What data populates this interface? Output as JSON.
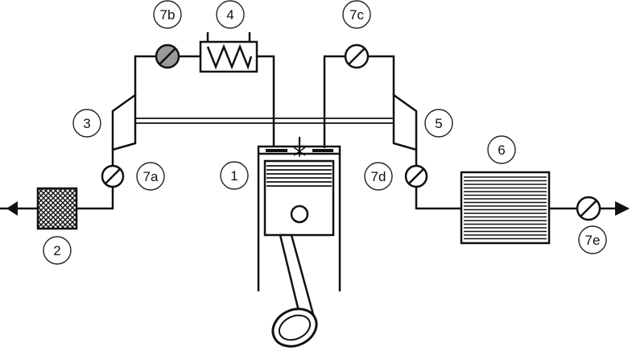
{
  "diagram": {
    "labels": {
      "engine": "1",
      "air_filter": "2",
      "compressor": "3",
      "intercooler": "4",
      "turbine": "5",
      "aftertreatment": "6",
      "sensor_compressor_inlet": "7a",
      "sensor_compressor_outlet": "7b",
      "sensor_turbine_inlet": "7c",
      "sensor_turbine_outlet": "7d",
      "sensor_exhaust_outlet": "7e"
    },
    "colors": {
      "line": "#111111",
      "sensor_filled": "#9a9a9a",
      "background": "#ffffff"
    }
  }
}
